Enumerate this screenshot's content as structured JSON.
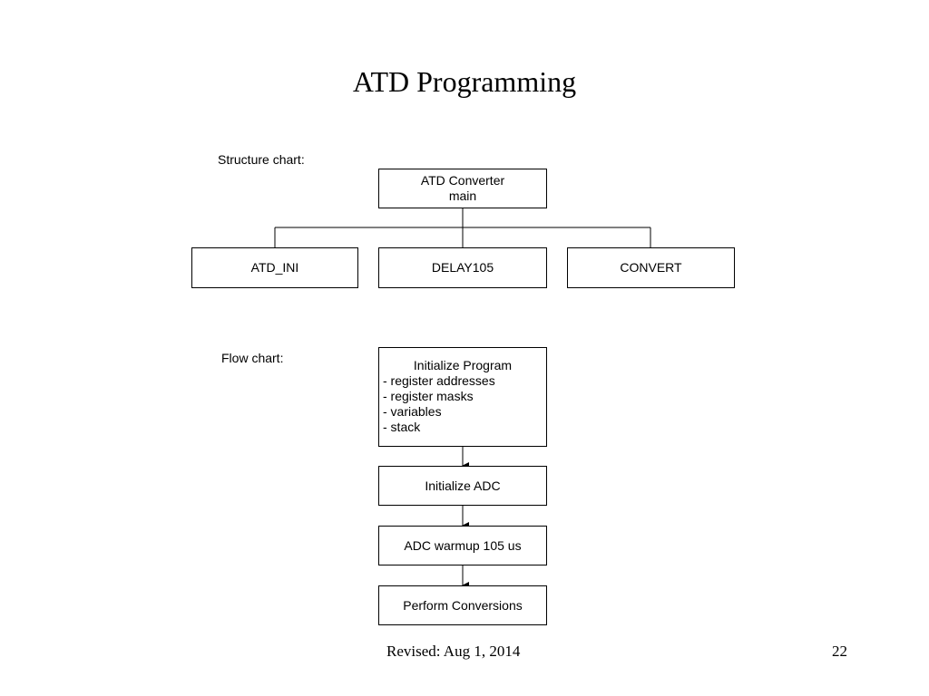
{
  "title": "ATD Programming",
  "structure": {
    "label": "Structure chart:",
    "root": [
      "ATD Converter",
      "main"
    ],
    "children": [
      "ATD_INI",
      "DELAY105",
      "CONVERT"
    ]
  },
  "flow": {
    "label": "Flow chart:",
    "init": {
      "title": "Initialize Program",
      "items": [
        "- register addresses",
        "- register masks",
        "- variables",
        "- stack"
      ]
    },
    "steps": [
      "Initialize ADC",
      "ADC warmup 105 us",
      "Perform Conversions"
    ]
  },
  "footer": {
    "revised": "Revised: Aug 1, 2014",
    "page": "22"
  }
}
